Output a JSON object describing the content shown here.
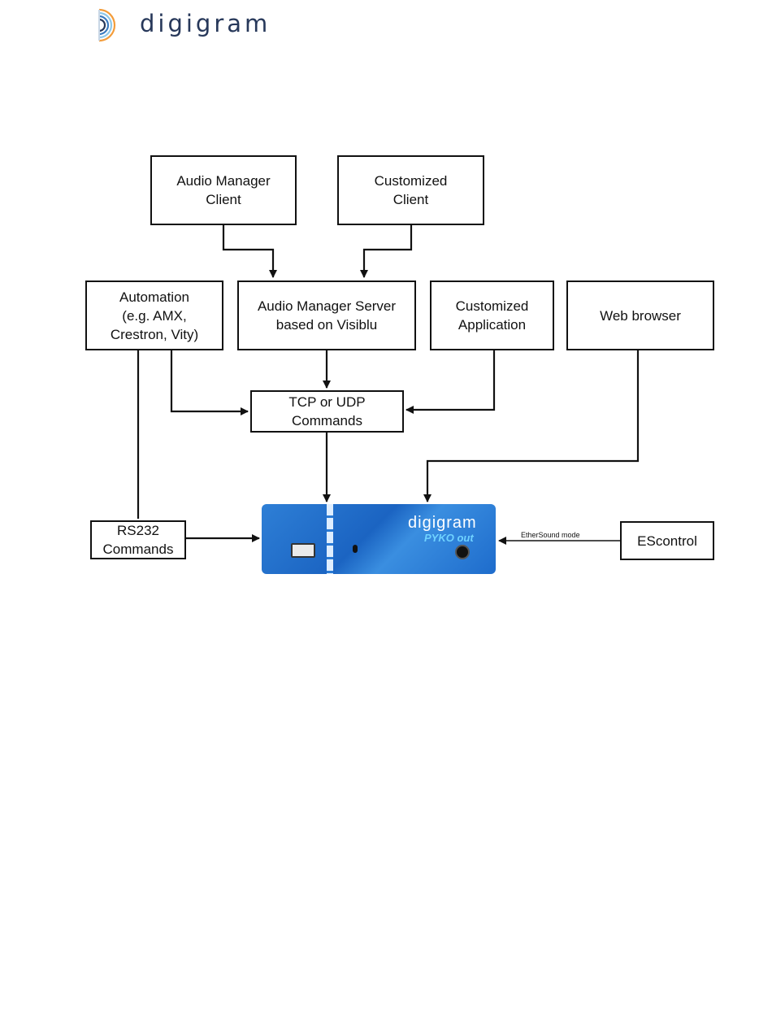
{
  "header": {
    "logo_text": "digigram"
  },
  "nodes": {
    "audio_manager_client": "Audio Manager\nClient",
    "customized_client": "Customized\nClient",
    "automation": "Automation\n(e.g. AMX,\nCrestron, Vity)",
    "audio_manager_server": "Audio Manager Server\nbased on Visiblu",
    "customized_application": "Customized\nApplication",
    "web_browser": "Web browser",
    "tcp_udp": "TCP or UDP\nCommands",
    "rs232": "RS232\nCommands",
    "escontrol": "EScontrol"
  },
  "device": {
    "brand": "digigram",
    "model": "PYKO out"
  },
  "edges": {
    "ethersound_label": "EtherSound mode"
  }
}
